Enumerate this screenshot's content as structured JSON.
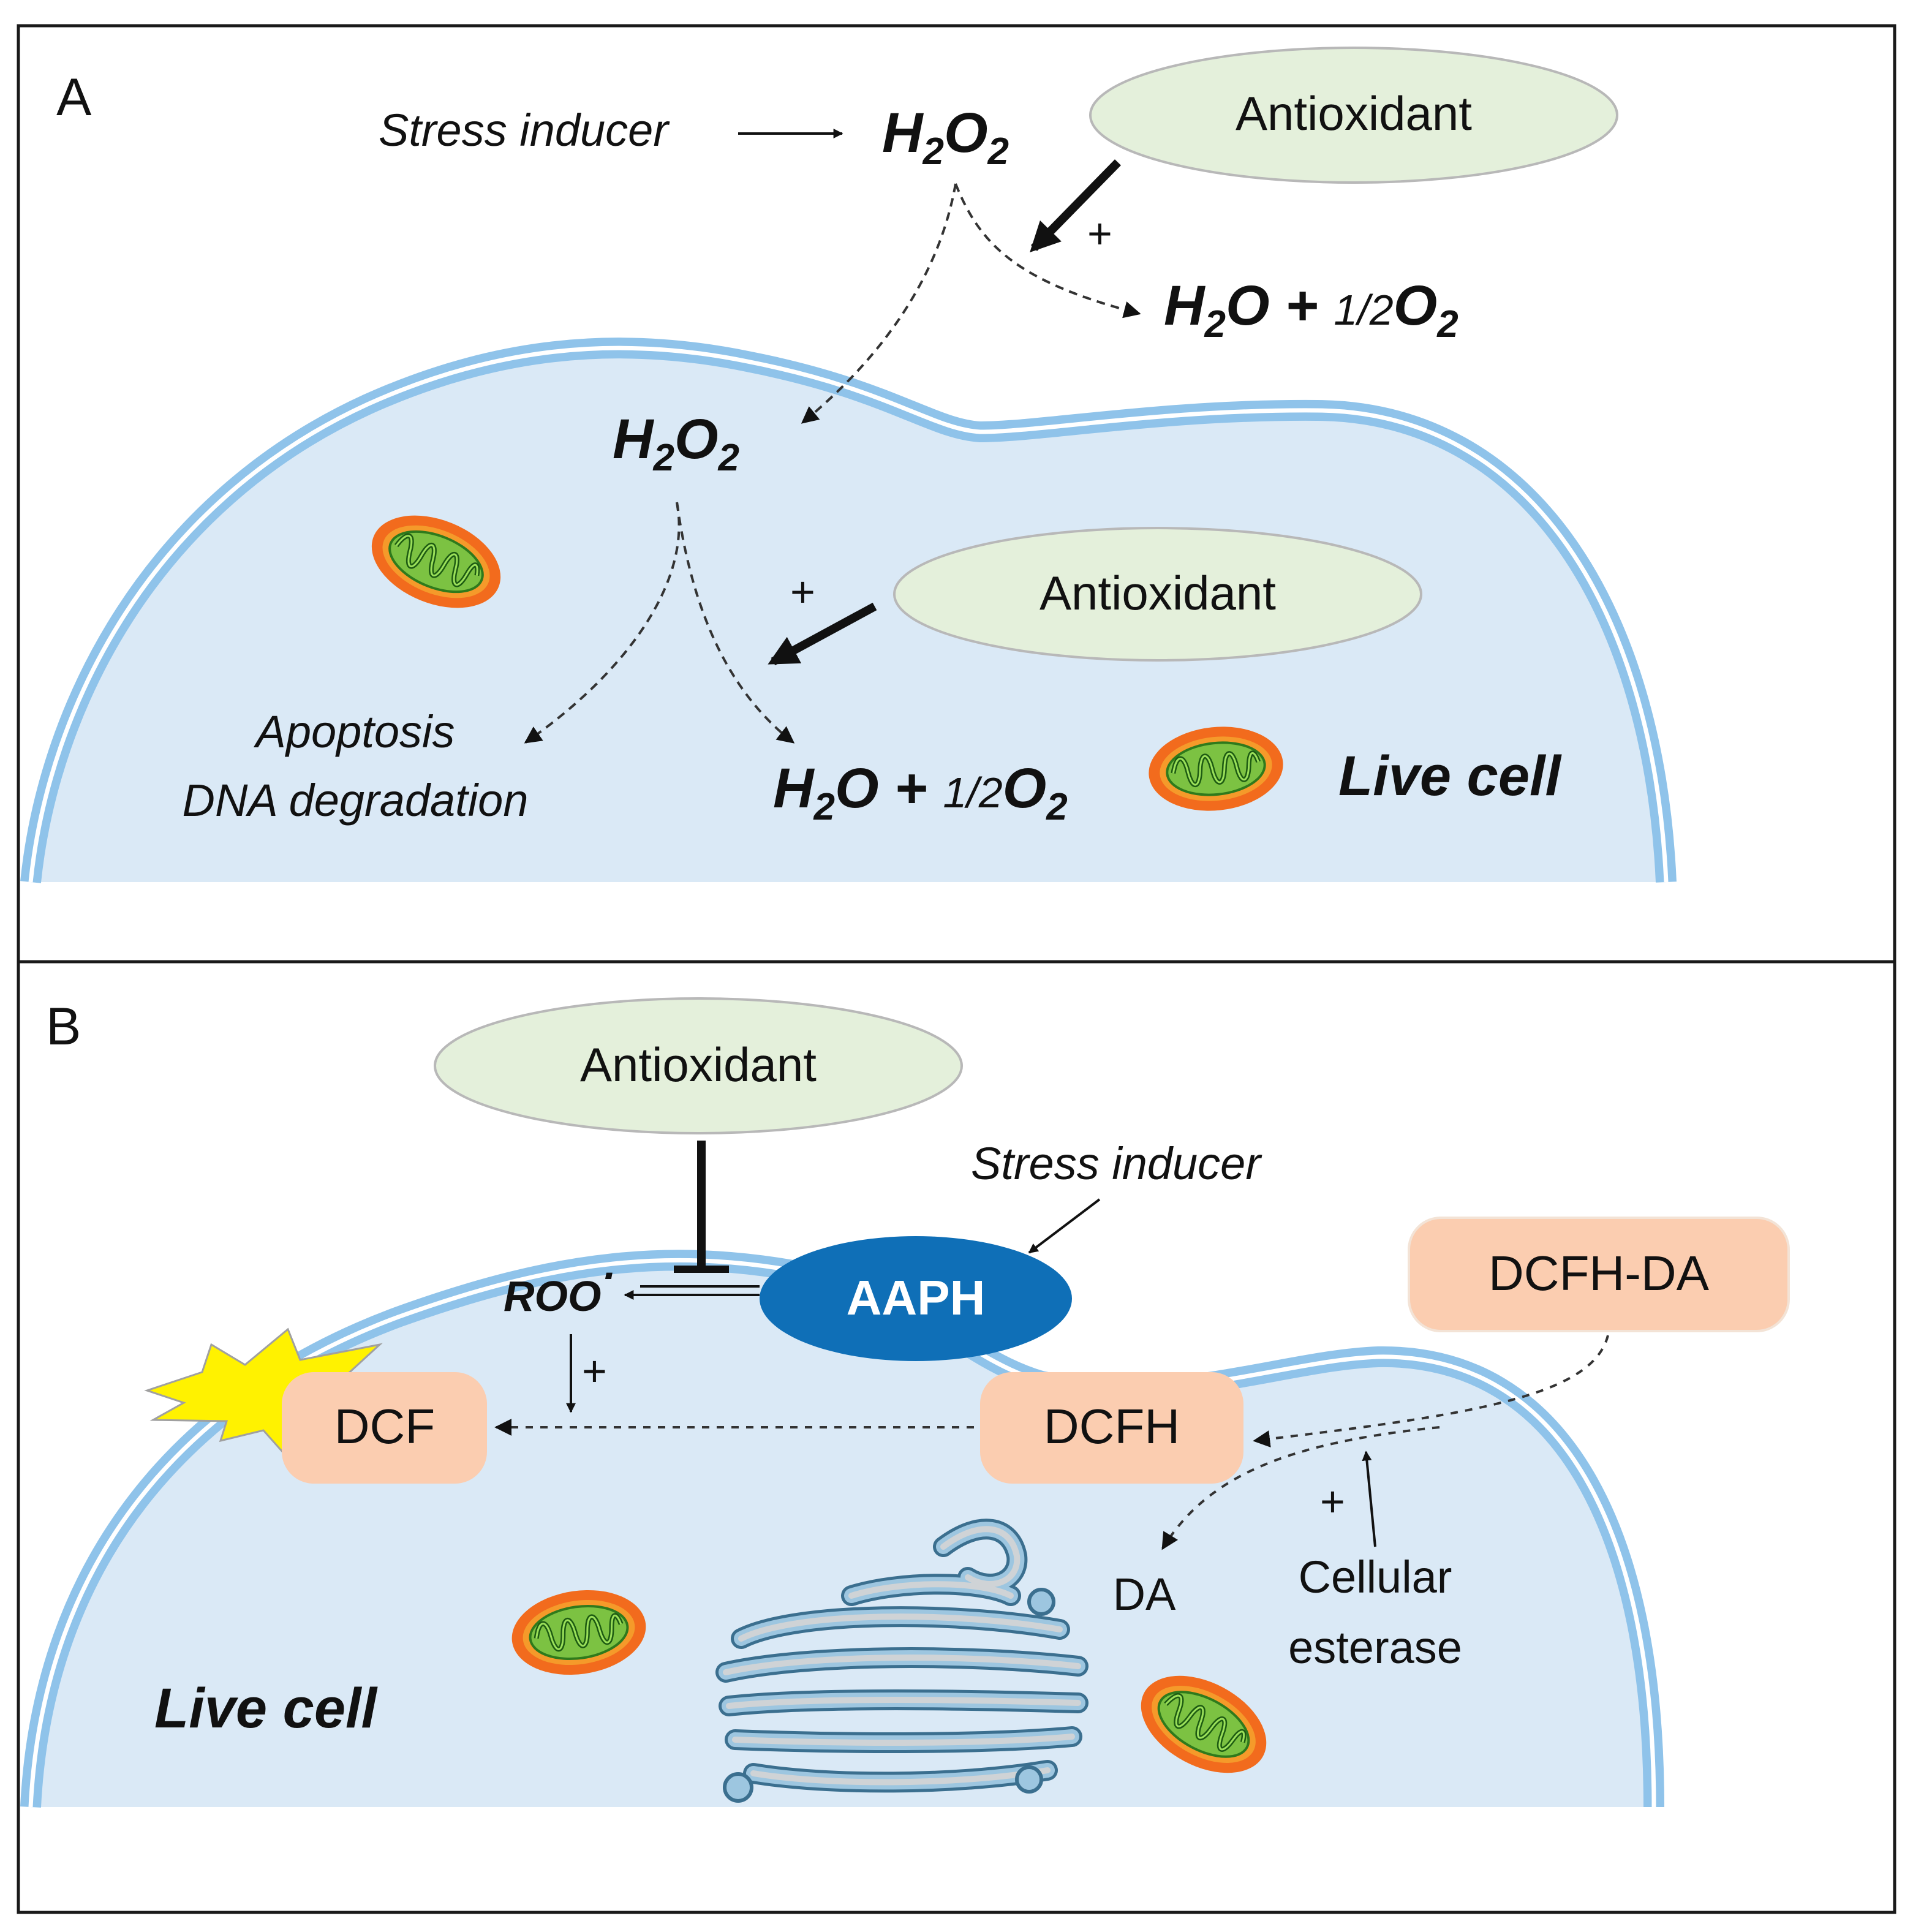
{
  "panel_a": {
    "letter": "A",
    "stress_inducer": "Stress inducer",
    "antioxidant_outside": "Antioxidant",
    "antioxidant_inside": "Antioxidant",
    "plus_outside": "+",
    "plus_inside": "+",
    "apoptosis": "Apoptosis",
    "dna_degradation": "DNA degradation",
    "live_cell": "Live cell",
    "h2o2_outside": {
      "base": "H",
      "sub1": "2",
      "mid": "O",
      "sub2": "2"
    },
    "h2o2_inside": {
      "base": "H",
      "sub1": "2",
      "mid": "O",
      "sub2": "2"
    },
    "products_outside": {
      "h": "H",
      "sub1": "2",
      "rest": "O + ",
      "frac": "1/2",
      "o": "O",
      "sub2": "2"
    },
    "products_inside": {
      "h": "H",
      "sub1": "2",
      "rest": "O + ",
      "frac": "1/2",
      "o": "O",
      "sub2": "2"
    }
  },
  "panel_b": {
    "letter": "B",
    "antioxidant": "Antioxidant",
    "stress_inducer": "Stress inducer",
    "aaph": "AAPH",
    "roo": "ROO",
    "roo_dot": "·",
    "plus_roo": "+",
    "plus_esterase": "+",
    "dcf": "DCF",
    "dcfh": "DCFH",
    "dcfh_da": "DCFH-DA",
    "da": "DA",
    "cellular": "Cellular",
    "esterase": "esterase",
    "live_cell": "Live cell"
  },
  "colors": {
    "cell_fill": "#dae9f6",
    "membrane": "#8fc3ea",
    "antioxidant_fill": "#e4f0db",
    "probe_fill": "#fbcdb0",
    "aaph_fill": "#0f6fb7",
    "flash": "#fff200"
  }
}
